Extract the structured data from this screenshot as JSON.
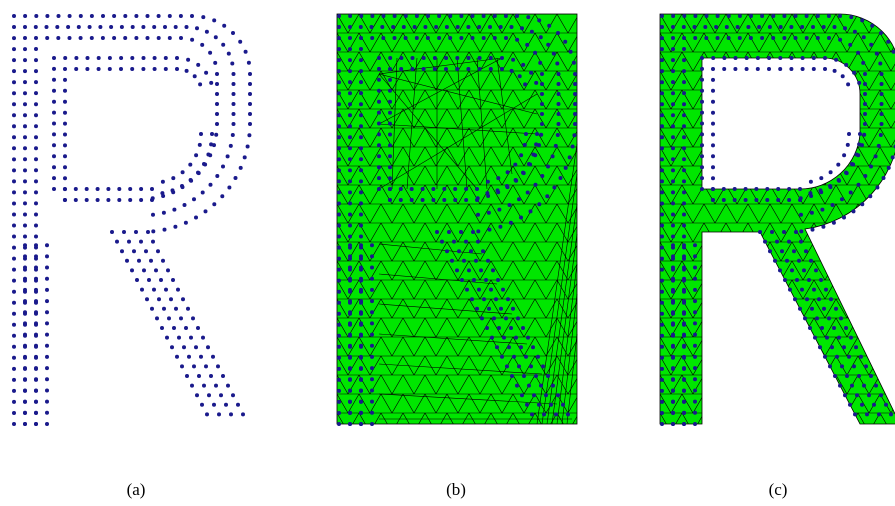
{
  "panels": [
    {
      "id": "a",
      "caption": "(a)",
      "kind": "point-cloud"
    },
    {
      "id": "b",
      "caption": "(b)",
      "kind": "triangulation-convex-hull"
    },
    {
      "id": "c",
      "caption": "(c)",
      "kind": "triangulation-trimmed"
    }
  ],
  "colors": {
    "point": "#1a1a8c",
    "fill": "#00e600",
    "edge": "#000000",
    "background": "#ffffff"
  }
}
